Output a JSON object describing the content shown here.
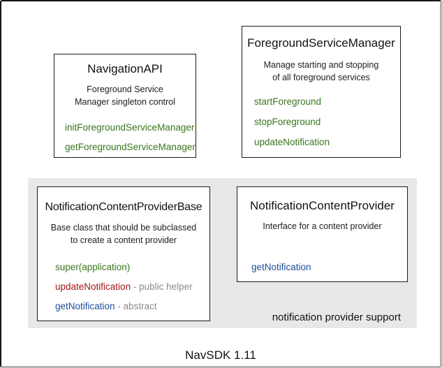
{
  "colors": {
    "method_green": "#38761d",
    "method_red": "#a11616",
    "method_blue": "#1b4e9b",
    "annotation_gray": "#8b8b8b",
    "panel_bg": "#e8e8e8"
  },
  "boxes": {
    "navigation_api": {
      "title": "NavigationAPI",
      "desc1": "Foreground Service",
      "desc2": "Manager singleton control",
      "methods": [
        {
          "name": "initForegroundServiceManager"
        },
        {
          "name": "getForegroundServiceManager"
        }
      ]
    },
    "foreground_service_manager": {
      "title": "ForegroundServiceManager",
      "desc1": "Manage starting and stopping",
      "desc2": "of all foreground services",
      "methods": [
        {
          "name": "startForeground"
        },
        {
          "name": "stopForeground"
        },
        {
          "name": "updateNotification"
        }
      ]
    },
    "notification_content_provider_base": {
      "title": "NotificationContentProviderBase",
      "desc1": "Base class that should be subclassed",
      "desc2": "to create a content provider",
      "methods": [
        {
          "name": "super(application)",
          "suffix": ""
        },
        {
          "name": "updateNotification",
          "suffix": " - public helper"
        },
        {
          "name": "getNotification",
          "suffix": " - abstract"
        }
      ]
    },
    "notification_content_provider": {
      "title": "NotificationContentProvider",
      "desc1": "Interface for a content provider",
      "methods": [
        {
          "name": "getNotification"
        }
      ]
    }
  },
  "panel": {
    "label": "notification provider support"
  },
  "footer": {
    "label": "NavSDK 1.11"
  }
}
